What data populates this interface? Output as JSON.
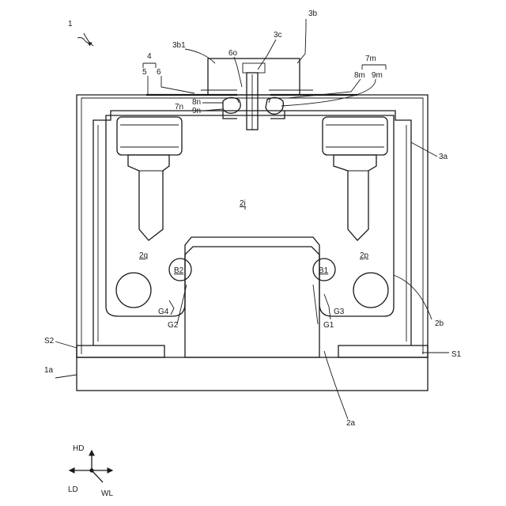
{
  "labels": {
    "ref_1": "1",
    "ref_3b": "3b",
    "ref_3b1": "3b1",
    "ref_3c": "3c",
    "ref_6o": "6o",
    "ref_4": "4",
    "ref_5": "5",
    "ref_6": "6",
    "ref_7m": "7m",
    "ref_8m": "8m",
    "ref_9m": "9m",
    "ref_7n": "7n",
    "ref_8n": "8n",
    "ref_9n": "9n",
    "ref_3a": "3a",
    "ref_2i": "2i",
    "ref_2q": "2q",
    "ref_2p": "2p",
    "ref_B1": "B1",
    "ref_B2": "B2",
    "ref_G1": "G1",
    "ref_G2": "G2",
    "ref_G3": "G3",
    "ref_G4": "G4",
    "ref_2b": "2b",
    "ref_S1": "S1",
    "ref_S2": "S2",
    "ref_1a": "1a",
    "ref_2a": "2a"
  },
  "axes": {
    "up": "HD",
    "origin": "LD",
    "diag": "WL"
  }
}
